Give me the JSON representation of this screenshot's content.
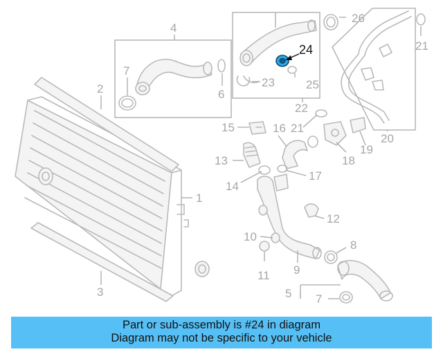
{
  "highlighted_part": "24",
  "callouts": {
    "c1": "1",
    "c2": "2",
    "c3": "3",
    "c4": "4",
    "c5": "5",
    "c6": "6",
    "c7a": "7",
    "c7b": "7",
    "c8": "8",
    "c9": "9",
    "c10": "10",
    "c11": "11",
    "c12": "12",
    "c13": "13",
    "c14": "14",
    "c15": "15",
    "c16": "16",
    "c17": "17",
    "c18": "18",
    "c19": "19",
    "c20": "20",
    "c21a": "21",
    "c21b": "21",
    "c22": "22",
    "c23": "23",
    "c24": "24",
    "c25": "25",
    "c26": "26"
  },
  "colors": {
    "banner": "#56c0f6",
    "highlight": "#2aa8e8",
    "lines": "#b9b9b9"
  },
  "banner": {
    "line1": "Part or sub-assembly is #24 in diagram",
    "line2": "Diagram may not be specific to your vehicle"
  }
}
